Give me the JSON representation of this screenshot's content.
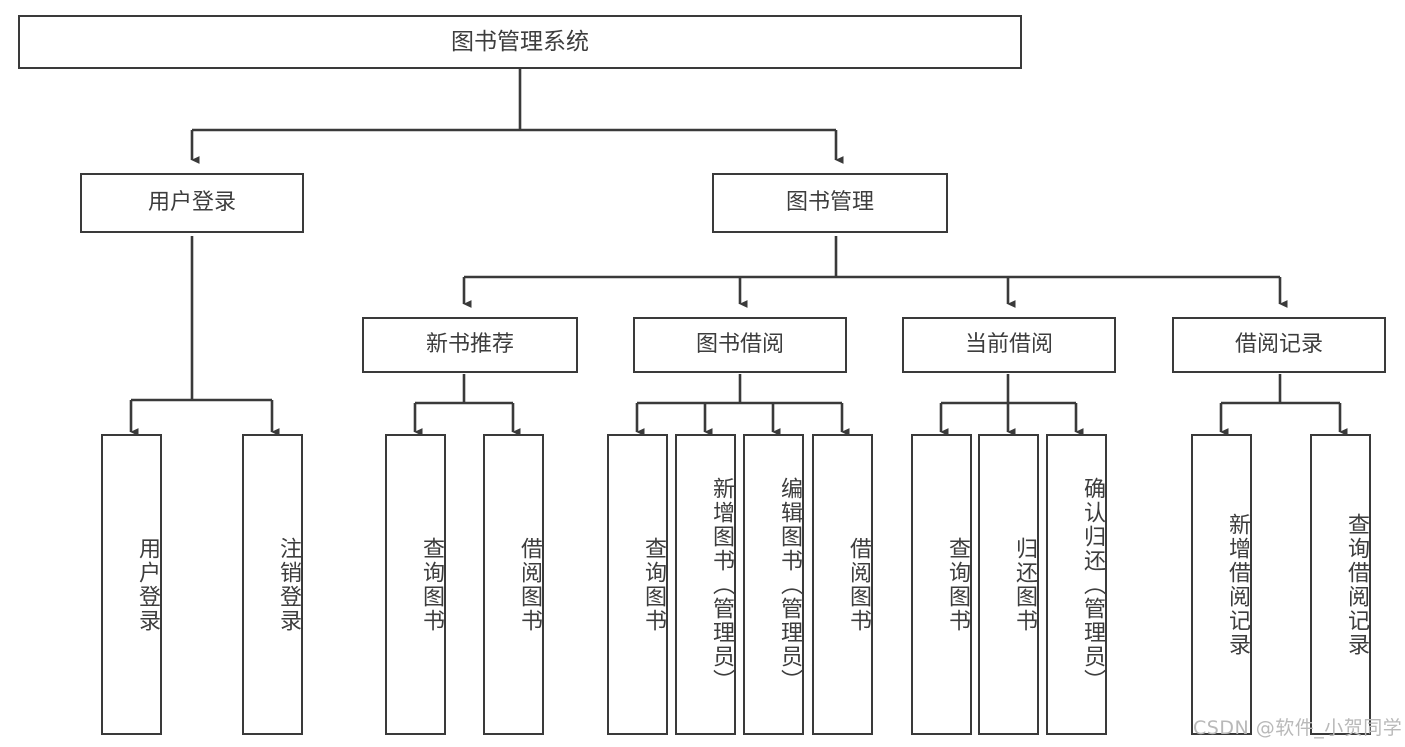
{
  "diagram": {
    "title": "图书管理系统",
    "type": "tree-hierarchy",
    "background_color": "#ffffff",
    "node_border_color": "#3a3a3a",
    "text_color": "#3d3d3d",
    "edge_color": "#3a3a3a"
  },
  "nodes": {
    "root": {
      "label": "图书管理系统"
    },
    "level2": [
      {
        "id": "user-login",
        "label": "用户登录"
      },
      {
        "id": "book-manage",
        "label": "图书管理"
      }
    ],
    "level3": [
      {
        "id": "new-book-recommend",
        "label": "新书推荐"
      },
      {
        "id": "book-borrow",
        "label": "图书借阅"
      },
      {
        "id": "current-borrow",
        "label": "当前借阅"
      },
      {
        "id": "borrow-record",
        "label": "借阅记录"
      }
    ],
    "leaves": [
      {
        "id": "leaf-user-login",
        "label": "用户登录",
        "parent": "user-login"
      },
      {
        "id": "leaf-logout-login",
        "label": "注销登录",
        "parent": "user-login"
      },
      {
        "id": "leaf-query-book-1",
        "label": "查询图书",
        "parent": "new-book-recommend"
      },
      {
        "id": "leaf-borrow-book-1",
        "label": "借阅图书",
        "parent": "new-book-recommend"
      },
      {
        "id": "leaf-query-book-2",
        "label": "查询图书",
        "parent": "book-borrow"
      },
      {
        "id": "leaf-add-book",
        "label": "新增图书（管理员）",
        "parent": "book-borrow"
      },
      {
        "id": "leaf-edit-book",
        "label": "编辑图书（管理员）",
        "parent": "book-borrow"
      },
      {
        "id": "leaf-borrow-book-2",
        "label": "借阅图书",
        "parent": "book-borrow"
      },
      {
        "id": "leaf-query-book-3",
        "label": "查询图书",
        "parent": "current-borrow"
      },
      {
        "id": "leaf-return-book",
        "label": "归还图书",
        "parent": "current-borrow"
      },
      {
        "id": "leaf-confirm-return",
        "label": "确认归还（管理员）",
        "parent": "current-borrow"
      },
      {
        "id": "leaf-add-record",
        "label": "新增借阅记录",
        "parent": "borrow-record"
      },
      {
        "id": "leaf-query-record",
        "label": "查询借阅记录",
        "parent": "borrow-record"
      }
    ]
  },
  "watermark": {
    "text": "CSDN @软件_小贺同学"
  }
}
